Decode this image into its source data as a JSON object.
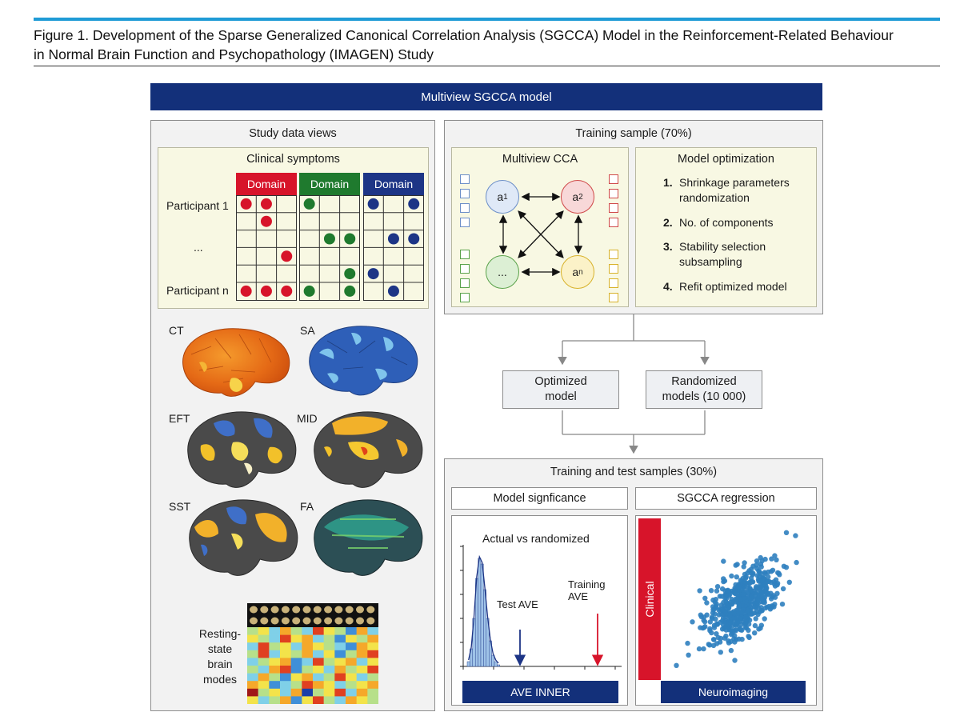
{
  "figure": {
    "caption_line1": "Figure 1. Development of the Sparse Generalized Canonical Correlation Analysis (SGCCA) Model in the Reinforcement-Related Behaviour",
    "caption_line2": "in Normal Brain Function and Psychopathology (IMAGEN) Study",
    "banner": "Multiview SGCCA model"
  },
  "study_data": {
    "title": "Study data views",
    "clinical_title": "Clinical symptoms",
    "domain_label": "Domain",
    "participant_first": "Participant 1",
    "ellipsis": "...",
    "participant_last": "Participant n",
    "colors": {
      "red": "#d7142a",
      "green": "#1f7a2e",
      "blue": "#1d3586"
    },
    "brains": {
      "ct": "CT",
      "sa": "SA",
      "eft": "EFT",
      "mid": "MID",
      "sst": "SST",
      "fa": "FA"
    },
    "resting_l1": "Resting-",
    "resting_l2": "state",
    "resting_l3": "brain",
    "resting_l4": "modes"
  },
  "training": {
    "title": "Training sample (70%)",
    "cca_title": "Multiview CCA",
    "node_a1": "a",
    "node_a1_sub": "1",
    "node_a2": "a",
    "node_a2_sub": "2",
    "node_dots": "...",
    "node_an": "a",
    "node_an_sub": "n",
    "opt_title": "Model optimization",
    "opt_items": [
      {
        "num": "1.",
        "line1": "Shrinkage parameters",
        "line2": "randomization"
      },
      {
        "num": "2.",
        "line1": "No. of components",
        "line2": ""
      },
      {
        "num": "3.",
        "line1": "Stability selection",
        "line2": "subsampling"
      },
      {
        "num": "4.",
        "line1": "Refit optimized model",
        "line2": ""
      }
    ]
  },
  "flow": {
    "optimized_l1": "Optimized",
    "optimized_l2": "model",
    "randomized_l1": "Randomized",
    "randomized_l2": "models (10 000)"
  },
  "test": {
    "title": "Training and test samples (30%)",
    "sig_title": "Model signficance",
    "sig_subtitle": "Actual vs randomized",
    "test_ave": "Test AVE",
    "training_ave": "Training AVE",
    "ave_inner": "AVE INNER",
    "reg_title": "SGCCA regression",
    "clinical": "Clinical",
    "neuroimaging": "Neuroimaging"
  }
}
